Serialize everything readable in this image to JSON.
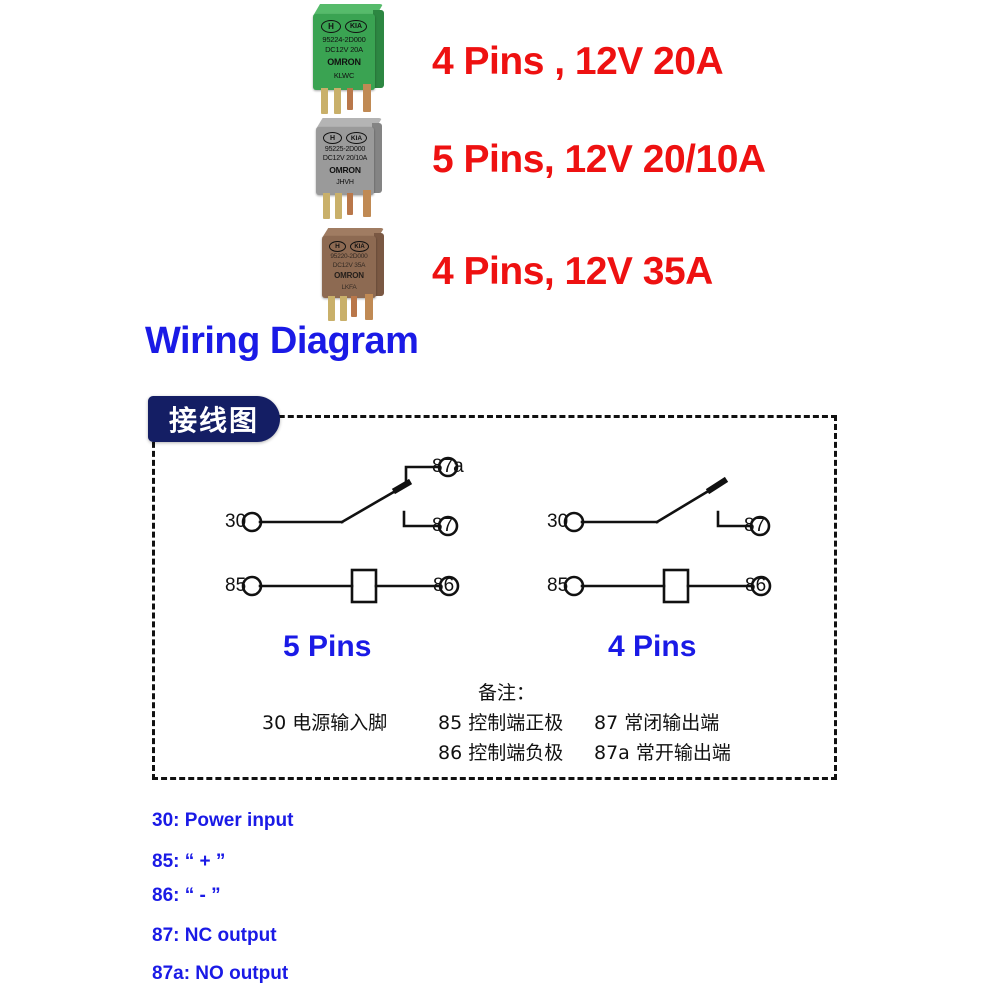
{
  "relays": [
    {
      "name": "green-relay",
      "color": "#3aa352",
      "top_color": "#56bb6b",
      "side_color": "#2d8742",
      "brand_left": "H",
      "brand_right": "KIA",
      "model": "95224-2D000",
      "rating": "DC12V  20A",
      "maker": "OMRON",
      "code": "KLWC",
      "spec_label": "4 Pins , 12V 20A"
    },
    {
      "name": "gray-relay",
      "color": "#9a9a9a",
      "top_color": "#b4b4b4",
      "side_color": "#848484",
      "brand_left": "H",
      "brand_right": "KIA",
      "model": "95225-2D000",
      "rating": "DC12V  20/10A",
      "maker": "OMRON",
      "code": "JHVH",
      "spec_label": "5 Pins, 12V 20/10A"
    },
    {
      "name": "brown-relay",
      "color": "#8d6a52",
      "top_color": "#a07c62",
      "side_color": "#7a5843",
      "brand_left": "H",
      "brand_right": "KIA",
      "model": "95220-2D000",
      "rating": "DC12V  35A",
      "maker": "OMRON",
      "code": "LKFA",
      "spec_label": "4 Pins, 12V 35A"
    }
  ],
  "wiring": {
    "title": "Wiring Diagram",
    "badge_label": "接线图"
  },
  "schematics": [
    {
      "name": "five-pin-schematic",
      "caption": "5 Pins",
      "terminals": [
        "30",
        "87a",
        "87",
        "85",
        "86"
      ]
    },
    {
      "name": "four-pin-schematic",
      "caption": "4 Pins",
      "terminals": [
        "30",
        "87",
        "85",
        "86"
      ]
    }
  ],
  "cn_legend": {
    "heading": "备注：",
    "rows": [
      {
        "c1": "30  电源输入脚",
        "c2": "85  控制端正极",
        "c3": "87   常闭输出端"
      },
      {
        "c1": "",
        "c2": "86  控制端负极",
        "c3": "87a 常开输出端"
      }
    ]
  },
  "en_legend": [
    "30: Power input",
    "85:  “ + ”",
    "86:  “ - ”",
    "87: NC output",
    "87a: NO output"
  ],
  "colors": {
    "red": "#ee1111",
    "blue": "#1a1ae6",
    "badge_navy": "#141e64",
    "line": "#111111"
  }
}
